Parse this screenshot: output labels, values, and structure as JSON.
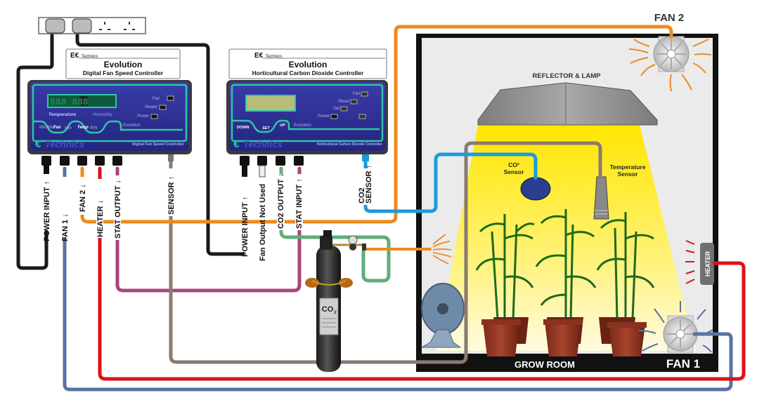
{
  "power_strip": {
    "name": "power-strip",
    "sockets": 4,
    "plugs_inserted": 2
  },
  "fan_controller": {
    "brand": "ECOTechnics",
    "badge_brand": "Technics",
    "title": "Evolution",
    "subtitle": "Digital Fan Speed Controller",
    "display_digits": "888 888",
    "display_left_label": "Temperature",
    "display_right_label": "Humidity",
    "indicators": [
      "Fan",
      "Heater",
      "Power"
    ],
    "buttons": [
      "Min/Max",
      "Fan",
      "Min",
      "Temp",
      "R/N"
    ],
    "panel_brand_text": "Technics",
    "panel_model_text": "Digital Fan Speed Controller",
    "panel_series": "Evolution",
    "ports": [
      {
        "label": "POWER INPUT",
        "arrow": "↑",
        "wire": "black"
      },
      {
        "label": "FAN 1",
        "arrow": "↓",
        "wire": "blue"
      },
      {
        "label": "FAN 2",
        "arrow": "↓",
        "wire": "orange"
      },
      {
        "label": "HEATER",
        "arrow": "↓",
        "wire": "red"
      },
      {
        "label": "STAT OUTPUT",
        "arrow": "↓",
        "wire": "purple"
      },
      {
        "label": "SENSOR",
        "arrow": "↑",
        "wire": "brown"
      }
    ]
  },
  "co2_controller": {
    "brand": "ECOTechnics",
    "badge_brand": "Technics",
    "title": "Evolution",
    "subtitle": "Horticultural Carbon Dioxide Controller",
    "indicators": [
      "Fan",
      "Reset",
      "Set",
      "Power"
    ],
    "buttons": [
      "DOWN",
      "SET",
      "UP"
    ],
    "panel_brand_text": "Technics",
    "panel_model_text": "Horticultural Carbon Dioxide Controller",
    "panel_series": "Evolution",
    "ports": [
      {
        "label": "POWER INPUT",
        "arrow": "↑",
        "wire": "black"
      },
      {
        "label": "Fan Output Not Used",
        "arrow": "",
        "wire": "none"
      },
      {
        "label": "CO2 OUTPUT",
        "arrow": "↓",
        "wire": "green"
      },
      {
        "label": "STAT INPUT",
        "arrow": "↑",
        "wire": "purple"
      }
    ],
    "sensor_port": {
      "label_line1": "CO2",
      "label_line2": "SENSOR",
      "arrow": "↑",
      "wire": "cyan"
    }
  },
  "grow_room": {
    "label": "GROW ROOM",
    "reflector_label": "REFLECTOR & LAMP",
    "co2_sensor_label_line1": "CO²",
    "co2_sensor_label_line2": "Sensor",
    "temp_sensor_label_line1": "Temperature",
    "temp_sensor_label_line2": "Sensor",
    "fan2_label": "FAN 2",
    "fan1_label": "FAN 1",
    "heater_label": "HEATER",
    "plant_pots": 3
  },
  "co2_tank": {
    "label": "CO",
    "label_sub": "2"
  },
  "colors": {
    "wire_black": "#1a1a1a",
    "wire_blue": "#5a73a3",
    "wire_orange": "#ee8a1e",
    "wire_red": "#e0101a",
    "wire_purple": "#a8457e",
    "wire_brown": "#8a7a70",
    "wire_green": "#5fae78",
    "wire_cyan": "#1c9ad8",
    "panel_blue": "#2d2f9a",
    "panel_trim": "#2fc7a4",
    "light_yellow": "#ffe81a",
    "room_bg": "#ebebeb"
  }
}
